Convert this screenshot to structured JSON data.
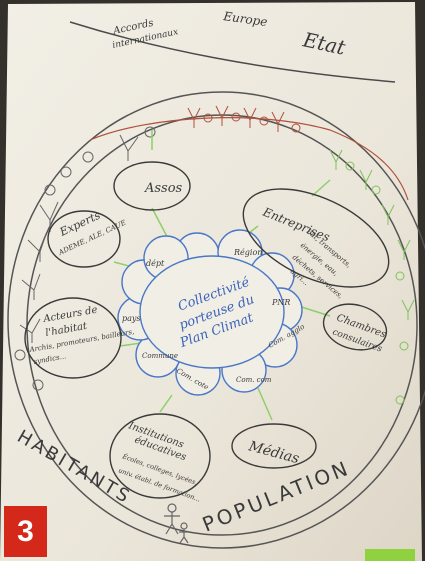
{
  "top": {
    "accords": [
      "Accords",
      "internationaux"
    ],
    "europe": "Europe",
    "etat": "Etat"
  },
  "center": {
    "lines": [
      "Collectivité",
      "porteuse du",
      "Plan Climat"
    ]
  },
  "petals": [
    "Région",
    "PNR",
    "Com. agglo",
    "Com. com",
    "Com. cote",
    "Commune",
    "pays",
    "dépt"
  ],
  "actors": {
    "assos": "Assos",
    "experts": [
      "Experts",
      "ADEME, ALE, CAUE"
    ],
    "acteurs_habitat": [
      "Acteurs de",
      "l'habitat",
      "Archis, promoteurs, bailleurs,",
      "syndics..."
    ],
    "institutions": [
      "Institutions",
      "éducatives",
      "Écoles, colleges, lycées,",
      "univ. établ. de formation..."
    ],
    "medias": "Médias",
    "entreprises": [
      "Entreprises",
      "Bât, transports,",
      "énergie, eau,",
      "déchets, services,",
      "agri..."
    ],
    "chambres": [
      "Chambres",
      "consulaires"
    ]
  },
  "bottom": {
    "habitants": "HABITANTS",
    "population": "POPULATION"
  },
  "badge": "3",
  "colors": {
    "paper": "#eeeae1",
    "ink": "#3a3a3a",
    "blue": "#4a78c8",
    "green": "#8ccf6a",
    "red": "#b0503c"
  }
}
